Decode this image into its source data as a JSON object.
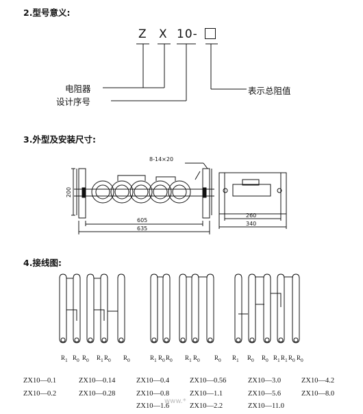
{
  "section1": {
    "heading": "2.型号意义:",
    "code_z": "Z",
    "code_x": "X",
    "code_10": "10-",
    "labels": {
      "resistor": "电阻器",
      "design_seq": "设计序号",
      "total_resistance": "表示总阻值"
    }
  },
  "section2": {
    "heading": "3.外型及安装尺寸:",
    "dims": {
      "holes": "8-14×20",
      "height": "200",
      "len_inner": "605",
      "len_outer": "635",
      "side_inner": "260",
      "side_outer": "340"
    }
  },
  "section3": {
    "heading": "4.接线图:",
    "terminals": {
      "r1": "R",
      "r0": "R",
      "sub1": "1",
      "sub0": "0"
    },
    "models": [
      "ZX10—0.1",
      "ZX10—0.14",
      "ZX10—0.4",
      "ZX10—0.56",
      "ZX10—3.0",
      "ZX10—4.2",
      "ZX10—0.2",
      "ZX10—0.28",
      "ZX10—0.8",
      "ZX10—1.1",
      "ZX10—5.6",
      "ZX10—8.0",
      "ZX10—1.6",
      "ZX10—2.2",
      "ZX10—11.0"
    ],
    "watermark": "www.*"
  }
}
